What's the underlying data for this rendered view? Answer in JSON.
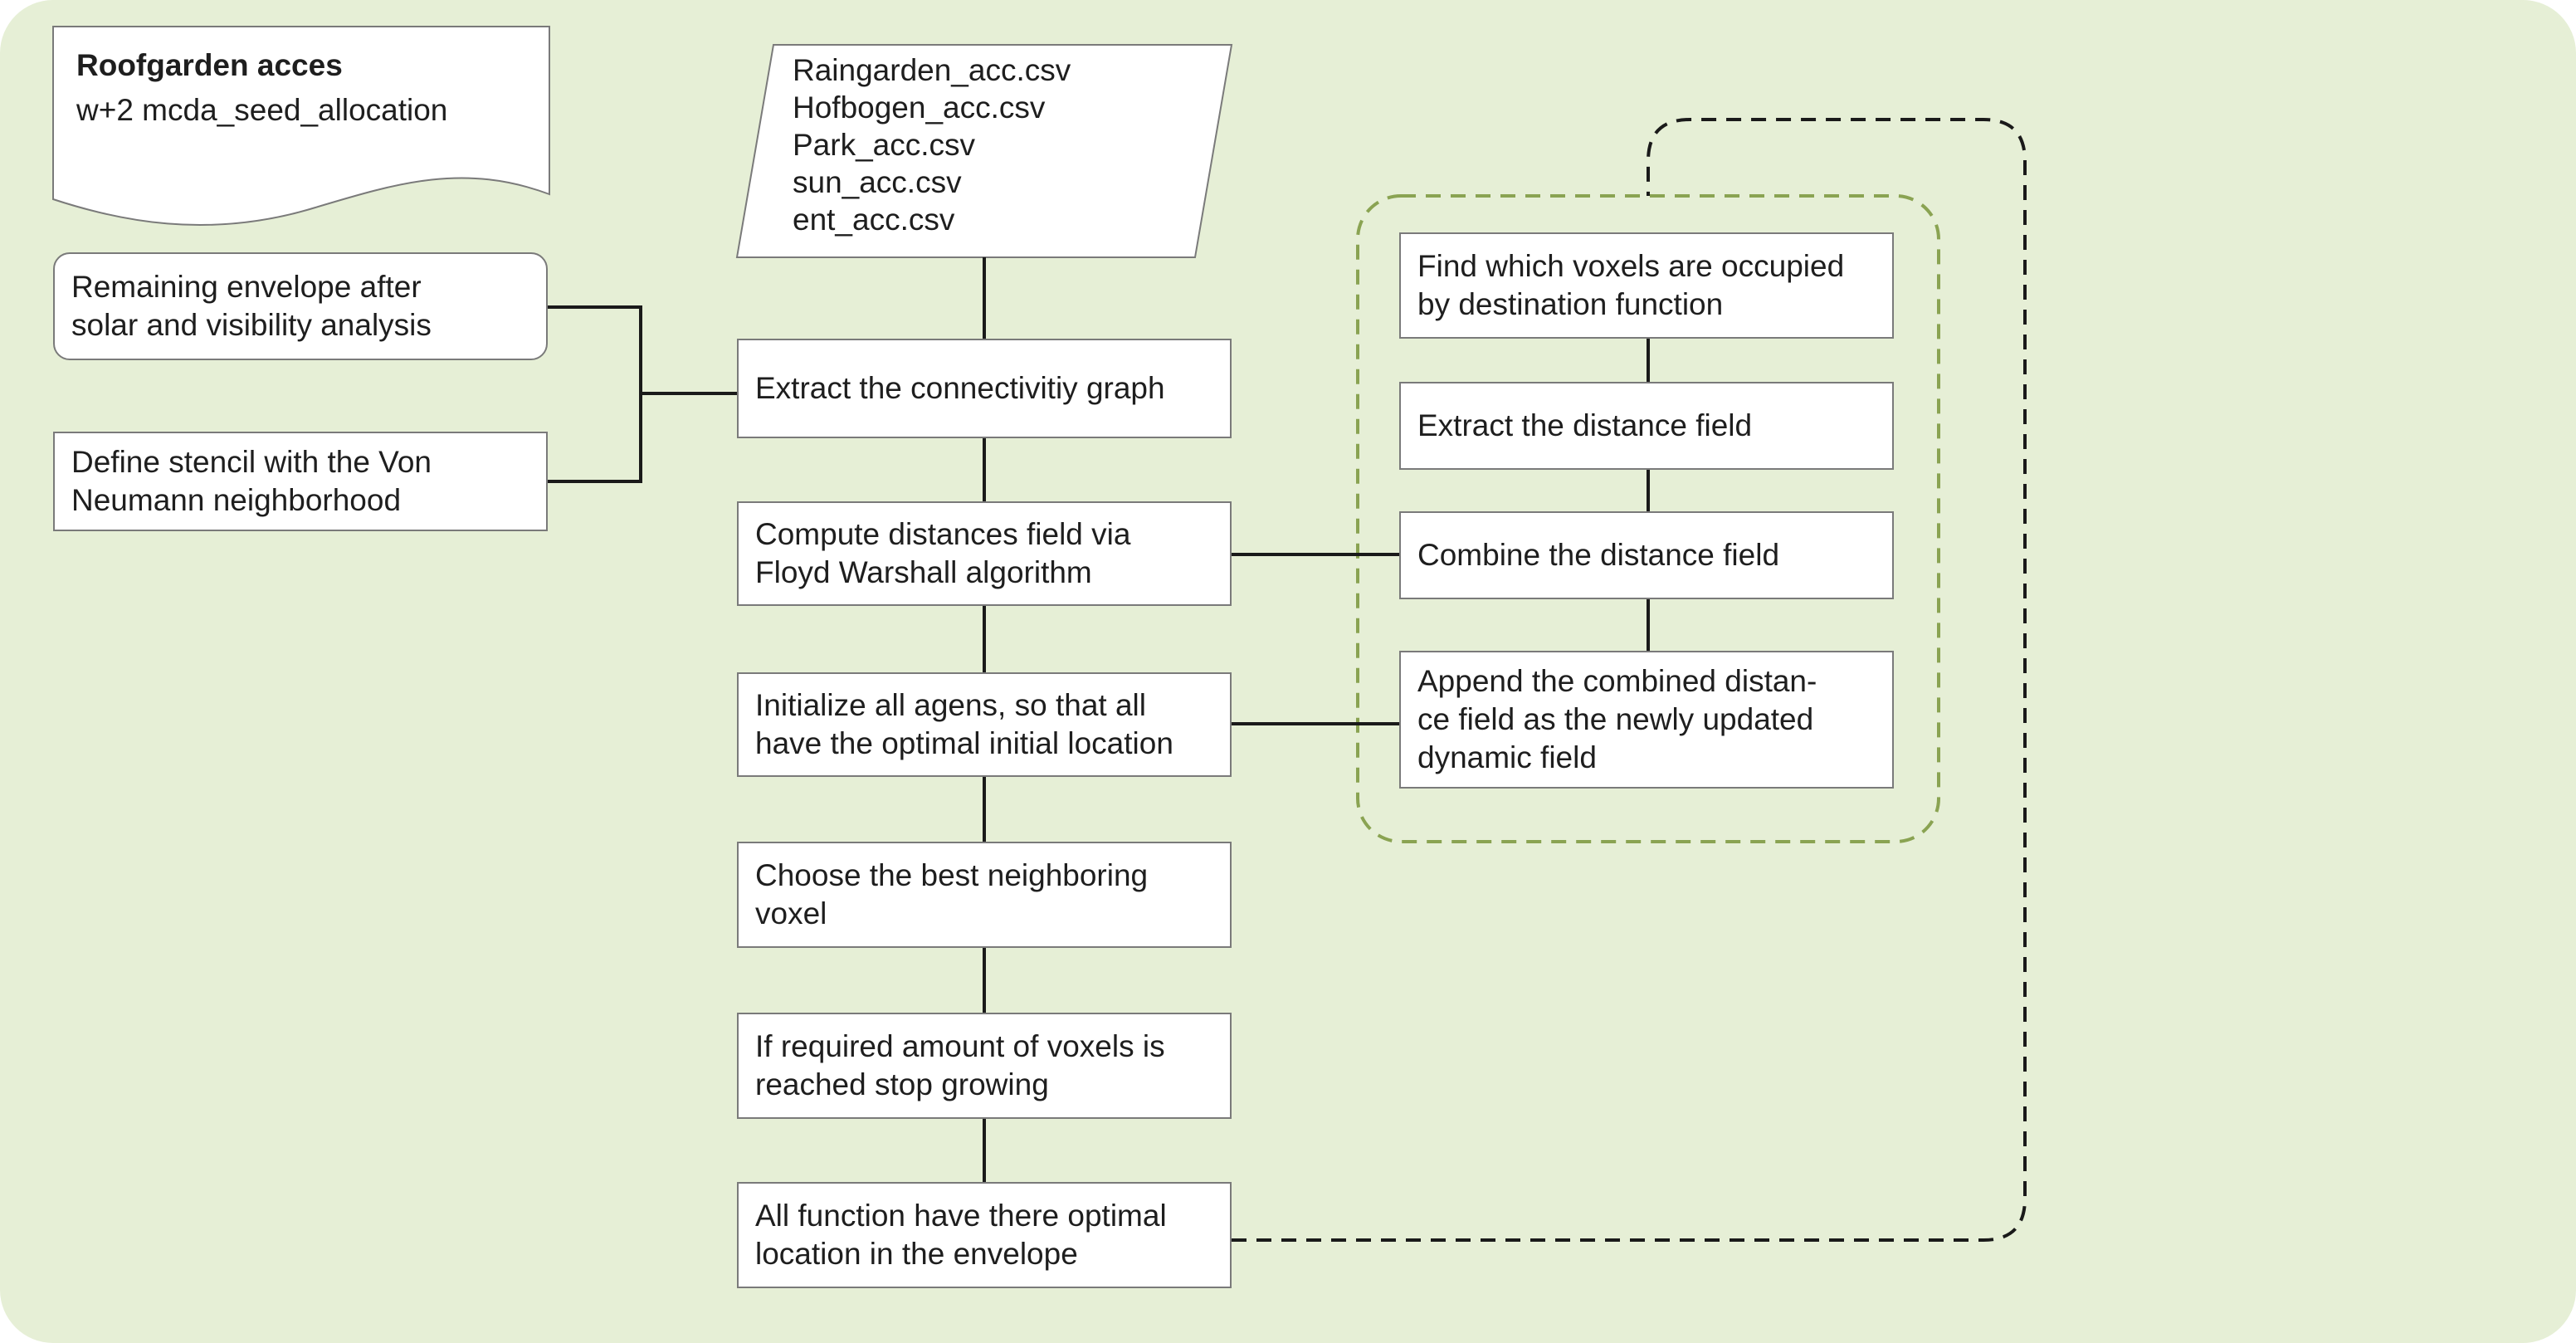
{
  "document": {
    "title": "Roofgarden acces",
    "subtitle": "w+2 mcda_seed_allocation"
  },
  "data_input": {
    "files": [
      "Raingarden_acc.csv",
      "Hofbogen_acc.csv",
      "Park_acc.csv",
      "sun_acc.csv",
      "ent_acc.csv"
    ]
  },
  "inputs": {
    "envelope": [
      "Remaining envelope after",
      "solar and visibility analysis"
    ],
    "stencil": [
      "Define stencil with the Von",
      "Neumann neighborhood"
    ]
  },
  "main_steps": {
    "extract_graph": [
      "Extract the connectivitiy graph"
    ],
    "compute_distances": [
      "Compute distances field via",
      "Floyd Warshall algorithm"
    ],
    "initialize_agents": [
      "Initialize all agens, so that all",
      "have the optimal initial location"
    ],
    "choose_neighbor": [
      "Choose the best neighboring",
      "voxel"
    ],
    "stop_growing": [
      "If required amount of voxels is",
      "reached stop growing"
    ],
    "final": [
      "All function have there optimal",
      "location in the envelope"
    ]
  },
  "loop_steps": {
    "find_voxels": [
      "Find which voxels are occupied",
      "by destination function"
    ],
    "extract_distance": [
      "Extract the distance field"
    ],
    "combine_distance": [
      "Combine the distance field"
    ],
    "append_field": [
      "Append the combined distan-",
      "ce field as the newly updated",
      "dynamic field"
    ]
  },
  "colors": {
    "background": "#e6efd6",
    "loop_group_border": "#8aa352",
    "box_border": "#7a7a7a",
    "connector": "#1a1a1a"
  }
}
